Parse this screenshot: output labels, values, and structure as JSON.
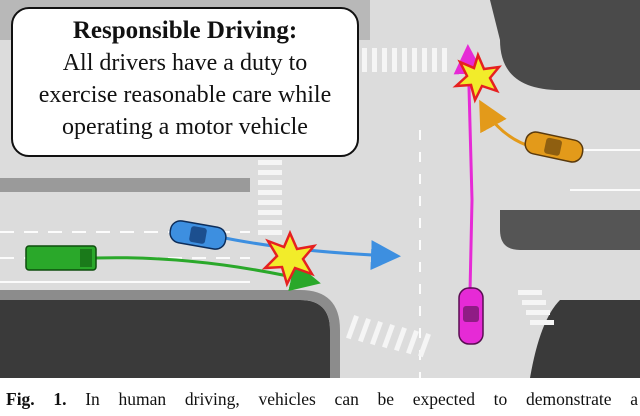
{
  "callout": {
    "title": "Responsible Driving:",
    "lines": [
      "All drivers have a duty to",
      "exercise reasonable care while",
      "operating a motor vehicle"
    ]
  },
  "caption": {
    "label": "Fig. 1.",
    "text": "In human driving, vehicles can be expected to demonstrate a"
  },
  "colors": {
    "blue_car": "#3d8fe0",
    "green_truck": "#2aa82a",
    "magenta_car": "#e62ad6",
    "orange_car": "#e39a1a",
    "collision_fill": "#f2ec2a",
    "collision_stroke": "#e62020"
  },
  "icons": [
    "collision-star-icon",
    "car-icon",
    "truck-icon"
  ]
}
